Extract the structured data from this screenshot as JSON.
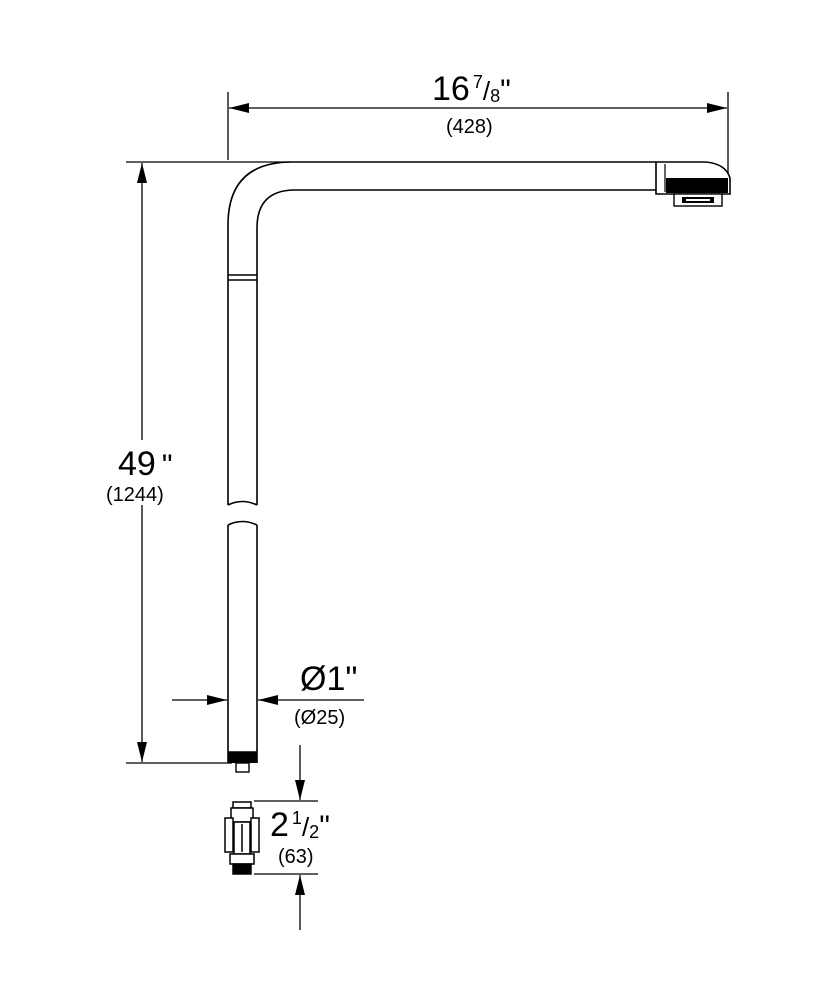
{
  "dimensions": {
    "width": {
      "whole": "16",
      "num": "7",
      "den": "8",
      "unit": "\"",
      "metric": "(428)"
    },
    "height": {
      "whole": "49",
      "unit": "\"",
      "metric": "(1244)"
    },
    "diameter": {
      "imperial": "Ø1\"",
      "metric": "(Ø25)"
    },
    "connector": {
      "whole": "2",
      "num": "1",
      "den": "2",
      "unit": "\"",
      "metric": "(63)"
    }
  }
}
